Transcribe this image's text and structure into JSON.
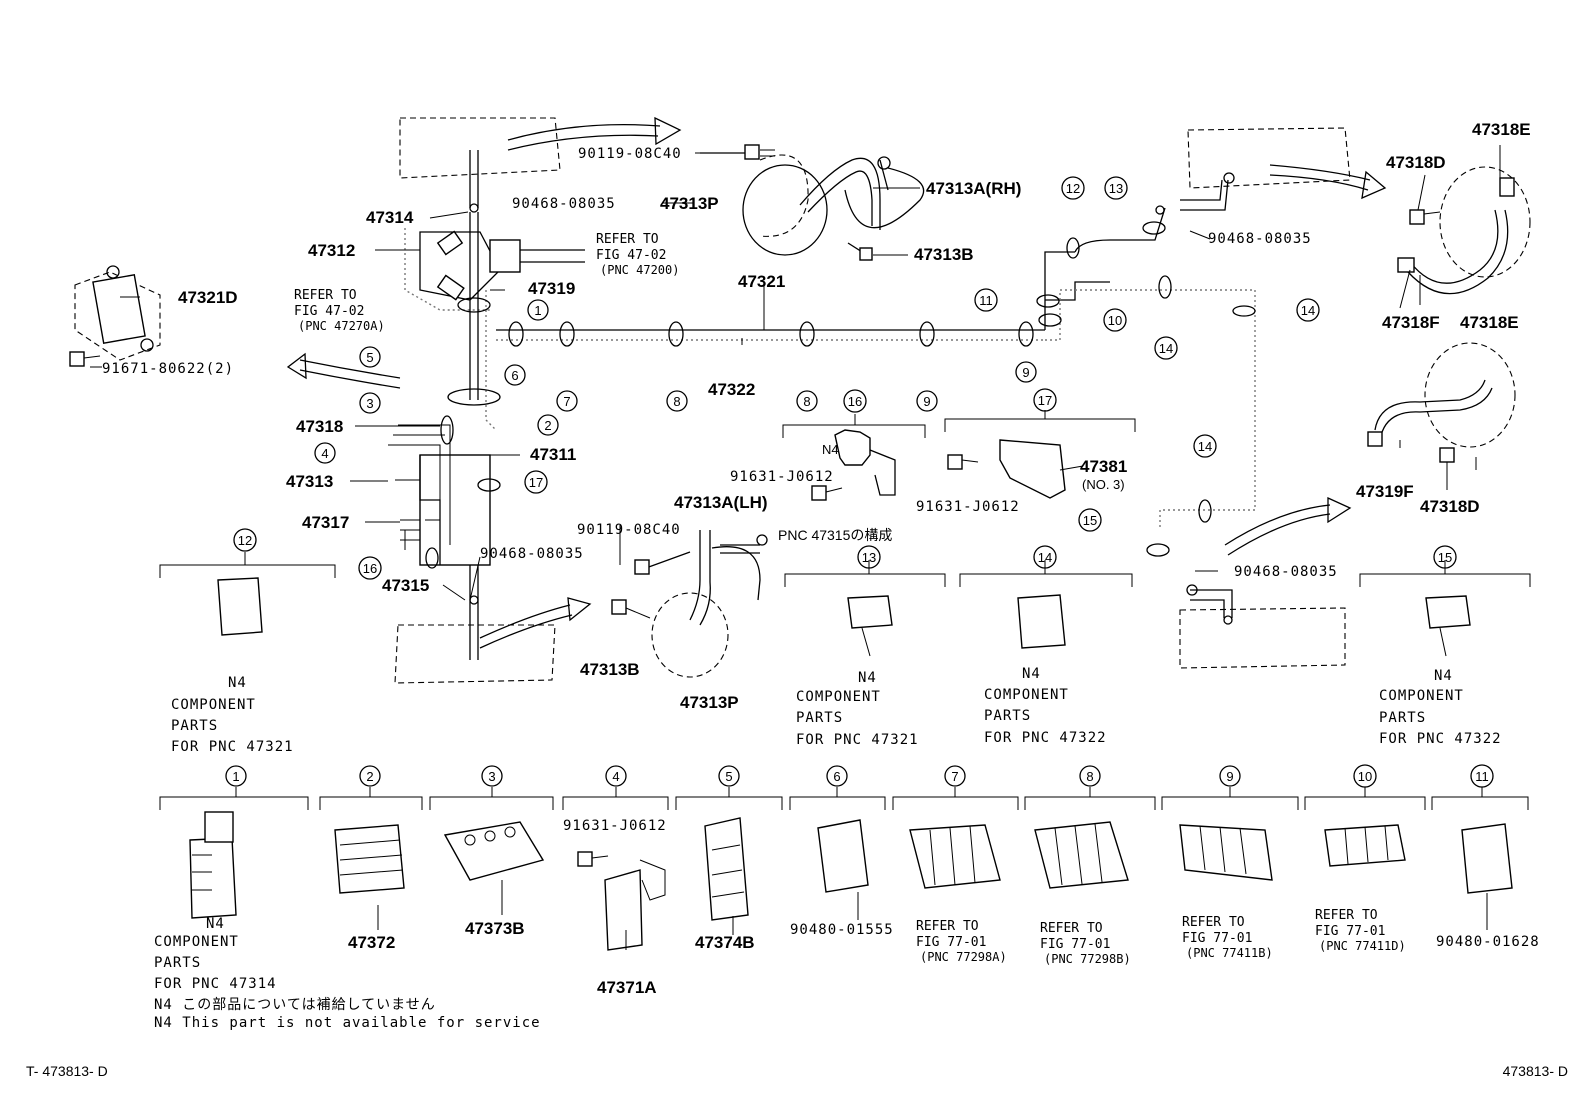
{
  "footer": {
    "left": "T- 473813- D",
    "right": "473813- D"
  },
  "labels": {
    "p90119_top": "90119-08C40",
    "p90468_a": "90468-08035",
    "p47313P_top": "47313P",
    "p47313A_rh": "47313A(RH)",
    "p47313B_top": "47313B",
    "p47314": "47314",
    "p47312": "47312",
    "p47319": "47319",
    "p47321D": "47321D",
    "p91671": "91671-80622(2)",
    "p47321": "47321",
    "p47322": "47322",
    "p47318": "47318",
    "p47311": "47311",
    "p47313": "47313",
    "p47317": "47317",
    "p47315": "47315",
    "p90468_b": "90468-08035",
    "p47313A_lh": "47313A(LH)",
    "p90119_mid": "90119-08C40",
    "p47313B_bot": "47313B",
    "p47313P_bot": "47313P",
    "p91631_mid": "91631-J0612",
    "p91631_right": "91631-J0612",
    "p47381": "47381",
    "p47381_no": "(NO. 3)",
    "pnc_note": "PNC 47315の構成",
    "p90468_c": "90468-08035",
    "p90468_d": "90468-08035",
    "p47318E_top": "47318E",
    "p47318D_top": "47318D",
    "p47318F": "47318F",
    "p47318E_mid": "47318E",
    "p47319F": "47319F",
    "p47318D_bot": "47318D",
    "p91631_bot": "91631-J0612",
    "p47372": "47372",
    "p47373B": "47373B",
    "p47371A": "47371A",
    "p47374B": "47374B",
    "p90480_01555": "90480-01555",
    "p90480_01628": "90480-01628",
    "n4": "N4",
    "n4_label": "N4",
    "refer_to": "REFER TO"
  },
  "refs": {
    "ref_4702_a": [
      "REFER TO",
      "FIG 47-02",
      "(PNC 47200)"
    ],
    "ref_4702_b": [
      "REFER TO",
      "FIG 47-02",
      "(PNC 47270A)"
    ],
    "ref_7_c": [
      "REFER TO",
      "FIG 77-01",
      "(PNC 77298A)"
    ],
    "ref_8_c": [
      "REFER TO",
      "FIG 77-01",
      "(PNC 77298B)"
    ],
    "ref_9_c": [
      "REFER TO",
      "FIG 77-01",
      "(PNC 77411B)"
    ],
    "ref_10_c": [
      "REFER TO",
      "FIG 77-01",
      "(PNC 77411D)"
    ]
  },
  "notes": {
    "n12": [
      "N4",
      "COMPONENT",
      "PARTS",
      "FOR PNC 47321"
    ],
    "n13": [
      "N4",
      "COMPONENT",
      "PARTS",
      "FOR PNC 47321"
    ],
    "n14": [
      "N4",
      "COMPONENT",
      "PARTS",
      "FOR PNC 47322"
    ],
    "n15": [
      "N4",
      "COMPONENT",
      "PARTS",
      "FOR PNC 47322"
    ],
    "n1": [
      "N4",
      "COMPONENT",
      "PARTS",
      "FOR PNC 47314"
    ],
    "n4_jp": "N4 この部品については補給していません",
    "n4_en": "N4 This part is not available for service"
  },
  "callouts": [
    "1",
    "2",
    "3",
    "4",
    "5",
    "6",
    "7",
    "8",
    "9",
    "10",
    "11",
    "12",
    "13",
    "14",
    "15",
    "16",
    "17"
  ]
}
